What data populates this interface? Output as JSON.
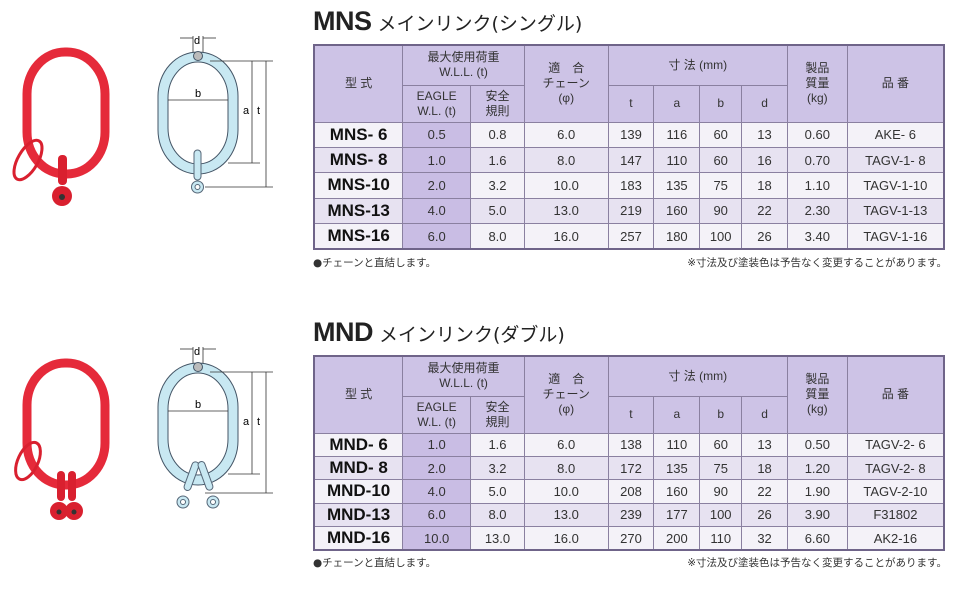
{
  "headers": {
    "model": "型 式",
    "wll": "最大使用荷重",
    "wll_unit": "W.L.L. (t)",
    "eagle": "EAGLE",
    "eagle_unit": "W.L. (t)",
    "safety_1": "安全",
    "safety_2": "規則",
    "chain_1": "適　合",
    "chain_2": "チェーン",
    "chain_3": "(φ)",
    "dims": "寸 法 (mm)",
    "t": "t",
    "a": "a",
    "b": "b",
    "d": "d",
    "weight_1": "製品",
    "weight_2": "質量",
    "weight_3": "(kg)",
    "part_no": "品 番"
  },
  "diagram_labels": {
    "d": "d",
    "b": "b",
    "a": "a",
    "t": "t"
  },
  "colors": {
    "ring_red": "#e52a3a",
    "diagram_blue": "#c8e8f2",
    "header": "#cdc3e6"
  },
  "sections": [
    {
      "code": "MNS",
      "name": "メインリンク(シングル)",
      "note_left": "●チェーンと直結します。",
      "note_right": "※寸法及び塗装色は予告なく変更することがあります。",
      "rows": [
        [
          "MNS- 6",
          "0.5",
          "0.8",
          "6.0",
          "139",
          "116",
          "60",
          "13",
          "0.60",
          "AKE- 6"
        ],
        [
          "MNS- 8",
          "1.0",
          "1.6",
          "8.0",
          "147",
          "110",
          "60",
          "16",
          "0.70",
          "TAGV-1- 8"
        ],
        [
          "MNS-10",
          "2.0",
          "3.2",
          "10.0",
          "183",
          "135",
          "75",
          "18",
          "1.10",
          "TAGV-1-10"
        ],
        [
          "MNS-13",
          "4.0",
          "5.0",
          "13.0",
          "219",
          "160",
          "90",
          "22",
          "2.30",
          "TAGV-1-13"
        ],
        [
          "MNS-16",
          "6.0",
          "8.0",
          "16.0",
          "257",
          "180",
          "100",
          "26",
          "3.40",
          "TAGV-1-16"
        ]
      ]
    },
    {
      "code": "MND",
      "name": "メインリンク(ダブル)",
      "note_left": "●チェーンと直結します。",
      "note_right": "※寸法及び塗装色は予告なく変更することがあります。",
      "rows": [
        [
          "MND- 6",
          "1.0",
          "1.6",
          "6.0",
          "138",
          "110",
          "60",
          "13",
          "0.50",
          "TAGV-2- 6"
        ],
        [
          "MND- 8",
          "2.0",
          "3.2",
          "8.0",
          "172",
          "135",
          "75",
          "18",
          "1.20",
          "TAGV-2- 8"
        ],
        [
          "MND-10",
          "4.0",
          "5.0",
          "10.0",
          "208",
          "160",
          "90",
          "22",
          "1.90",
          "TAGV-2-10"
        ],
        [
          "MND-13",
          "6.0",
          "8.0",
          "13.0",
          "239",
          "177",
          "100",
          "26",
          "3.90",
          "F31802"
        ],
        [
          "MND-16",
          "10.0",
          "13.0",
          "16.0",
          "270",
          "200",
          "110",
          "32",
          "6.60",
          "AK2-16"
        ]
      ]
    }
  ]
}
